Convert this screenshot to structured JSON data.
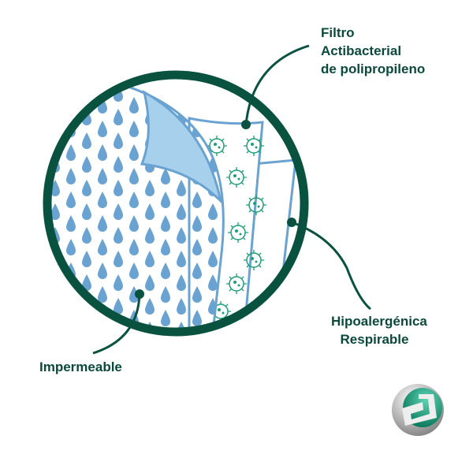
{
  "labels": {
    "filtro": [
      "Filtro",
      "Actibacterial",
      "de polipropileno"
    ],
    "hipo": [
      "Hipoalergénica",
      "Respirable"
    ],
    "impermeable": "Impermeable"
  },
  "colors": {
    "ring": "#0a5240",
    "drop": "#6aa3d2",
    "fold": "#a6d0ec",
    "virus": "#1e9e76"
  },
  "logo": {
    "brand_letter": "G"
  }
}
